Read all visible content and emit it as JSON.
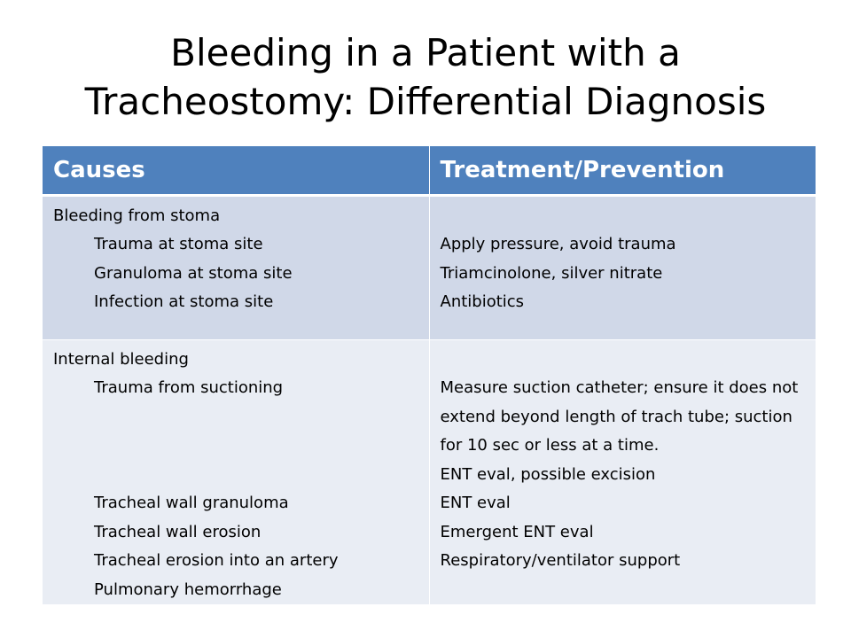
{
  "title": {
    "line1": "Bleeding in a Patient with a",
    "line2": "Tracheostomy: Differential Diagnosis"
  },
  "table": {
    "headers": [
      "Causes",
      "Treatment/Prevention"
    ],
    "rows": [
      {
        "cause_heading": "Bleeding from stoma",
        "causes": [
          "Trauma at stoma site",
          "Granuloma at stoma site",
          "Infection at stoma site"
        ],
        "treatments": [
          "Apply pressure, avoid trauma",
          "Triamcinolone, silver nitrate",
          "Antibiotics"
        ]
      },
      {
        "cause_heading": "Internal bleeding",
        "causes": [
          "Trauma from suctioning",
          "Tracheal wall granuloma",
          "Tracheal wall erosion",
          "Tracheal erosion into an artery",
          "Pulmonary hemorrhage"
        ],
        "treatments": [
          "Measure suction catheter; ensure it does not extend beyond length of trach tube; suction for 10 sec or less at a time.",
          "ENT eval, possible excision",
          "ENT eval",
          "Emergent ENT eval",
          "Respiratory/ventilator support"
        ]
      }
    ]
  },
  "colors": {
    "header_bg": "#4f81bd",
    "row1_bg": "#d0d8e8",
    "row2_bg": "#e9edf4"
  }
}
